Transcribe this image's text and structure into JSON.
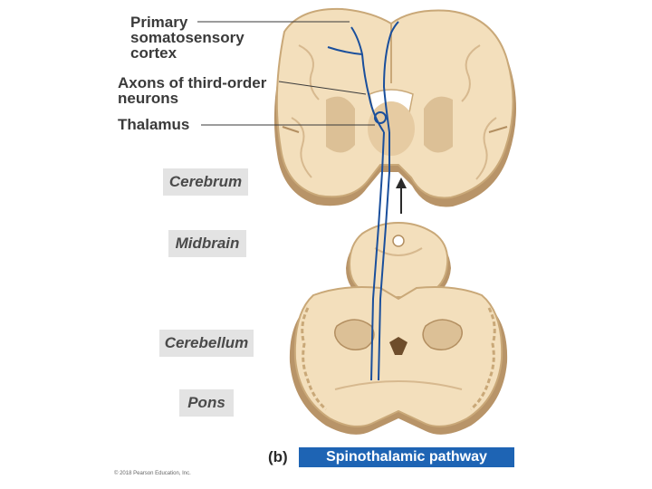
{
  "labels": {
    "primary_cortex": [
      "Primary",
      "somatosensory",
      "cortex"
    ],
    "axons": [
      "Axons of third-order",
      "neurons"
    ],
    "thalamus": "Thalamus"
  },
  "regions": {
    "cerebrum": "Cerebrum",
    "midbrain": "Midbrain",
    "cerebellum": "Cerebellum",
    "pons": "Pons"
  },
  "caption": {
    "panel": "(b)",
    "title": "Spinothalamic pathway"
  },
  "copyright": "© 2018 Pearson Education, Inc.",
  "colors": {
    "tissue": "#f3dfbc",
    "tissue_dark": "#c9a878",
    "tissue_shadow": "#a9875a",
    "pathway": "#1a4f9c",
    "caption_bg": "#1e64b4"
  }
}
